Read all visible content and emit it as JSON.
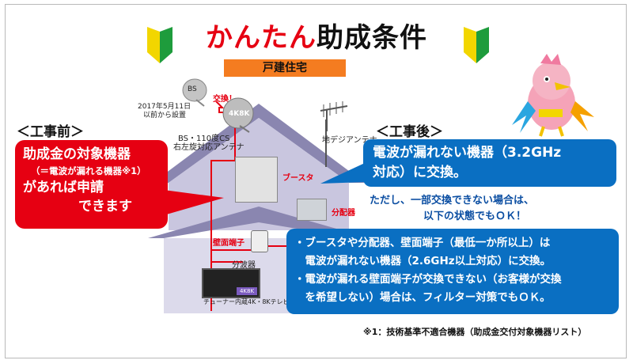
{
  "title": {
    "part1": "かんたん",
    "part2": "助成条件"
  },
  "badge": "戸建住宅",
  "section_before": "＜工事前＞",
  "section_after": "＜工事後＞",
  "satellite": {
    "bs_label": "BS",
    "exchange_label": "交換！",
    "date_line1": "2017年5月11日",
    "date_line2": "以前から設置",
    "dish_label": "4K8K",
    "cs_line1": "BS・110度CS",
    "cs_line2": "右左旋対応アンテナ"
  },
  "terrestrial_label": "地デジアンテナ",
  "devices": {
    "booster": "ブースタ",
    "splitter": "分配器",
    "wall_terminal": "壁面端子",
    "tv_splitter": "分波器",
    "tv_badge": "4K8K",
    "tv_label": "チューナー内蔵4K・8Kテレビ"
  },
  "callout_before": {
    "line1": "助成金の対象機器",
    "line2": "（＝電波が漏れる機器※1）",
    "line3": "があれば申請",
    "line4": "できます"
  },
  "callout_after": {
    "line1": "電波が漏れない機器（3.2GHz",
    "line2": "対応）に交換。"
  },
  "note": {
    "line1": "ただし、一部交換できない場合は、",
    "line2": "以下の状態でもＯＫ！"
  },
  "conditions": [
    "・ブースタや分配器、壁面端子（最低一か所以上）は",
    "　電波が漏れない機器（2.6GHz以上対応）に交換。",
    "・電波が漏れる壁面端子が交換できない（お客様が交換",
    "　を希望しない）場合は、フィルター対策でもＯＫ。"
  ],
  "footnote": "※1：技術基準不適合機器（助成金交付対象機器リスト）",
  "colors": {
    "red": "#e60012",
    "blue": "#0a6fc2",
    "orange": "#f47c20",
    "roof": "#8a86b0",
    "wall": "#c9c6df"
  }
}
